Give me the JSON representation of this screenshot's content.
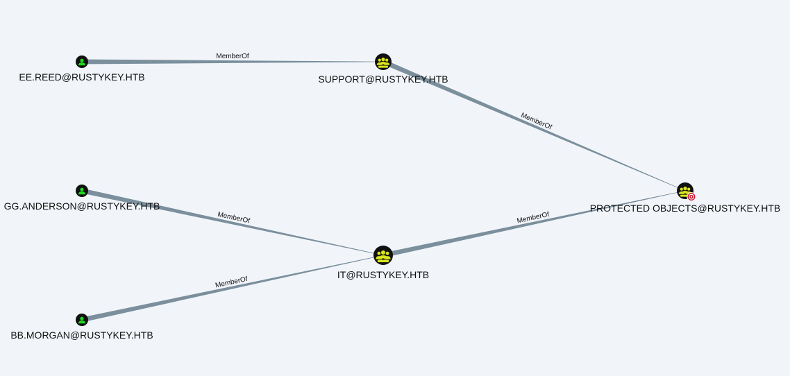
{
  "graph": {
    "colors": {
      "background": "#f1f5fa",
      "edge": "#7b8f9c",
      "user_fill": "#1fd81f",
      "group_fill": "#dbe61b",
      "node_ring": "#111111",
      "target_badge": "#d0102c",
      "label": "#111111"
    },
    "nodes": [
      {
        "id": "ee_reed",
        "label": "EE.REED@RUSTYKEY.HTB",
        "type": "user",
        "icon": "user-icon"
      },
      {
        "id": "support",
        "label": "SUPPORT@RUSTYKEY.HTB",
        "type": "group",
        "icon": "group-icon"
      },
      {
        "id": "gg_anderson",
        "label": "GG.ANDERSON@RUSTYKEY.HTB",
        "type": "user",
        "icon": "user-icon"
      },
      {
        "id": "it",
        "label": "IT@RUSTYKEY.HTB",
        "type": "group",
        "icon": "group-icon"
      },
      {
        "id": "bb_morgan",
        "label": "BB.MORGAN@RUSTYKEY.HTB",
        "type": "user",
        "icon": "user-icon"
      },
      {
        "id": "protected_objects",
        "label": "PROTECTED OBJECTS@RUSTYKEY.HTB",
        "type": "group",
        "icon": "group-icon",
        "badge": "target-icon"
      }
    ],
    "edges": [
      {
        "from": "ee_reed",
        "to": "support",
        "label": "MemberOf"
      },
      {
        "from": "support",
        "to": "protected_objects",
        "label": "MemberOf"
      },
      {
        "from": "gg_anderson",
        "to": "it",
        "label": "MemberOf"
      },
      {
        "from": "bb_morgan",
        "to": "it",
        "label": "MemberOf"
      },
      {
        "from": "it",
        "to": "protected_objects",
        "label": "MemberOf"
      }
    ]
  }
}
